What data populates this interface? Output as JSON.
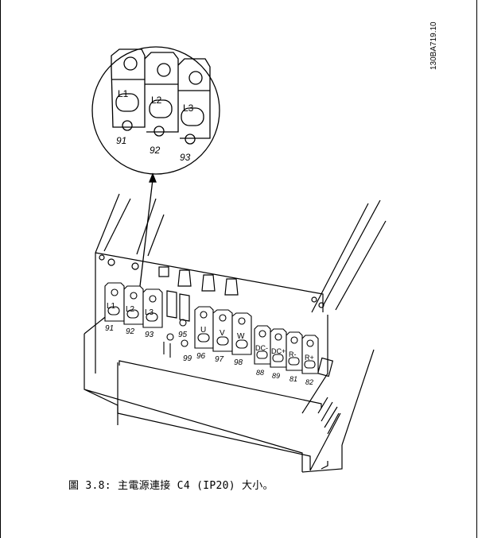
{
  "figure": {
    "drawing_id": "130BA719.10",
    "caption": "圖 3.8: 主電源連接 C4 (IP20) 大小。"
  },
  "callout": {
    "terminals": [
      {
        "top": "L1",
        "bottom": "91"
      },
      {
        "top": "L2",
        "bottom": "92"
      },
      {
        "top": "L3",
        "bottom": "93"
      }
    ]
  },
  "unit": {
    "mains_terminals": [
      {
        "top": "L1",
        "bottom": "91"
      },
      {
        "top": "L2",
        "bottom": "92"
      },
      {
        "top": "L3",
        "bottom": "93"
      }
    ],
    "ground_labels": [
      "95",
      "99"
    ],
    "motor_terminals": [
      {
        "top": "U",
        "bottom": "96"
      },
      {
        "top": "V",
        "bottom": "97"
      },
      {
        "top": "W",
        "bottom": "98"
      }
    ],
    "dc_terminals": [
      {
        "top": "DC-",
        "bottom": "88"
      },
      {
        "top": "DC+",
        "bottom": "89"
      },
      {
        "top": "R-",
        "bottom": "81"
      },
      {
        "top": "R+",
        "bottom": "82"
      }
    ]
  }
}
